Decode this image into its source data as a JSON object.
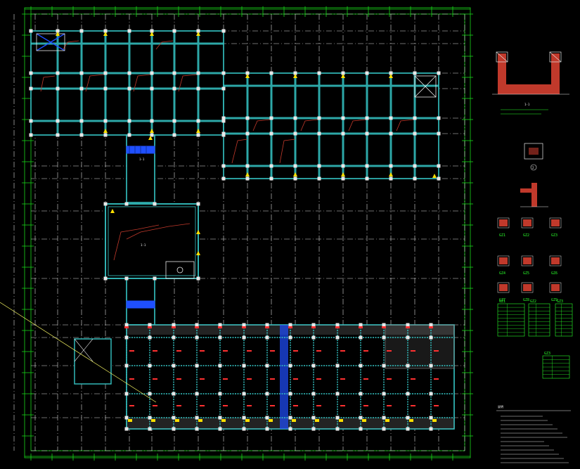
{
  "drawing": {
    "type": "cad-structural-floor-plan",
    "background": "#000000",
    "colors": {
      "grid": "#19d919",
      "dim": "#2aff2a",
      "axis": "#e8e8e8",
      "beam": "#35c6c6",
      "beam_fill": "#0a2a2a",
      "wall": "#1f4fff",
      "column": "#e8e8e8",
      "marker": "#ffe000",
      "rebar": "#c0392b",
      "tag": "#ff3030",
      "leader": "#ffff66",
      "hatch": "#8a8a8a"
    }
  },
  "plan": {
    "room_labels": [
      "1-1",
      "1-1"
    ]
  },
  "details": {
    "section_title": "1-1",
    "node_label": "2",
    "small_tags": [
      "GZ1",
      "GZ2",
      "GZ3",
      "GZ4",
      "GZ5",
      "GZ6",
      "GZ7",
      "GZ8",
      "GZ9"
    ],
    "table_titles": [
      "GZ1",
      "GZ2",
      "GZ3"
    ],
    "notes_title": "说明"
  }
}
